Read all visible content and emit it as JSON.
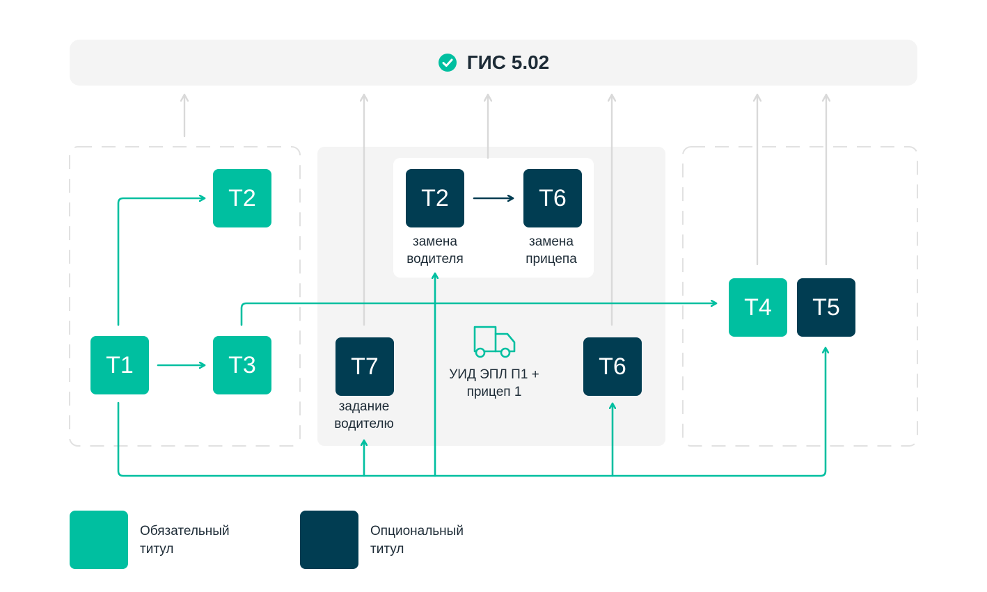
{
  "header": {
    "title": "ГИС 5.02"
  },
  "tiles": {
    "left_t2": "Т2",
    "left_t1": "Т1",
    "left_t3": "Т3",
    "mid_t2": "Т2",
    "mid_t6_top": "Т6",
    "mid_t7": "Т7",
    "mid_t6_bottom": "Т6",
    "right_t4": "Т4",
    "right_t5": "Т5"
  },
  "captions": {
    "mid_t2": [
      "замена",
      "водителя"
    ],
    "mid_t6_top": [
      "замена",
      "прицепа"
    ],
    "mid_t7": [
      "задание",
      "водителю"
    ],
    "truck": [
      "УИД ЭПЛ П1 +",
      "прицеп 1"
    ]
  },
  "legend": {
    "required": [
      "Обязательный",
      "титул"
    ],
    "optional": [
      "Опциональный",
      "титул"
    ]
  },
  "colors": {
    "required": "#00bfa0",
    "optional": "#013d52",
    "arrow_gray": "#d9d9d9",
    "panel_gray": "#f4f4f4",
    "check_green": "#00bfa0",
    "text": "#1d2b36"
  },
  "icons": [
    "check-circle-icon",
    "truck-icon"
  ]
}
